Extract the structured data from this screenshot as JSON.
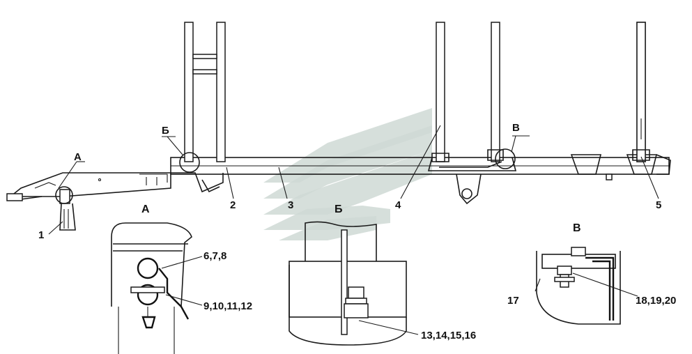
{
  "callouts": {
    "c1": "1",
    "c2": "2",
    "c3": "3",
    "c4": "4",
    "c5": "5",
    "view_a_marker": "А",
    "view_b_marker": "Б",
    "view_v_marker": "В"
  },
  "details": {
    "a": {
      "title": "А",
      "items_top": "6,7,8",
      "items_bottom": "9,10,11,12"
    },
    "b": {
      "title": "Б",
      "items": "13,14,15,16"
    },
    "v": {
      "title": "В",
      "items_left": "17",
      "items_right": "18,19,20"
    }
  },
  "colors": {
    "line": "#1a1a1a",
    "watermark": "#cfd9d5"
  }
}
